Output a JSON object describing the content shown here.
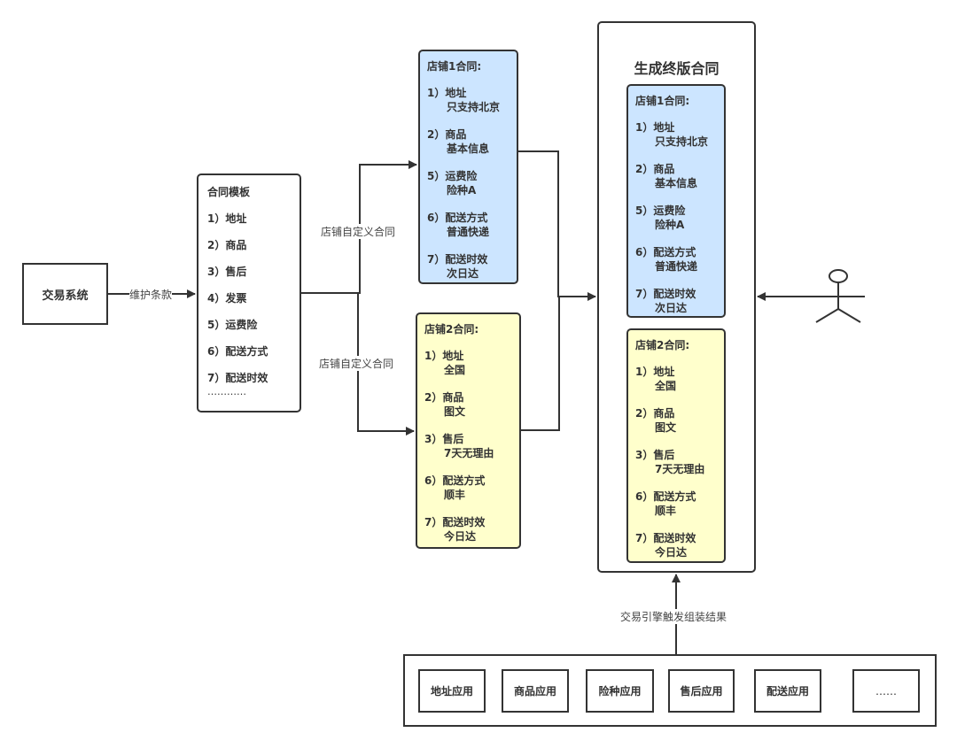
{
  "diagram": {
    "system": {
      "label": "交易系统"
    },
    "edge_maintain": {
      "label": "维护条款"
    },
    "template": {
      "title": "合同模板",
      "items": [
        "1）地址",
        "2）商品",
        "3）售后",
        "4）发票",
        "5）运费险",
        "6）配送方式",
        "7）配送时效"
      ],
      "ellipsis": "…………"
    },
    "edge_custom_1": {
      "label": "店铺自定义合同"
    },
    "edge_custom_2": {
      "label": "店铺自定义合同"
    },
    "store1": {
      "title": "店铺1合同:",
      "color": "#cce5ff",
      "items": [
        {
          "key": "1）地址",
          "value": "只支持北京"
        },
        {
          "key": "2）商品",
          "value": "基本信息"
        },
        {
          "key": "5）运费险",
          "value": "险种A"
        },
        {
          "key": "6）配送方式",
          "value": "普通快递"
        },
        {
          "key": "7）配送时效",
          "value": "次日达"
        }
      ]
    },
    "store2": {
      "title": "店铺2合同:",
      "color": "#ffffcc",
      "items": [
        {
          "key": "1）地址",
          "value": "全国"
        },
        {
          "key": "2）商品",
          "value": "图文"
        },
        {
          "key": "3）售后",
          "value": "7天无理由"
        },
        {
          "key": "6）配送方式",
          "value": "顺丰"
        },
        {
          "key": "7）配送时效",
          "value": "今日达"
        }
      ]
    },
    "final": {
      "title": "生成终版合同",
      "store1": {
        "title": "店铺1合同:",
        "items": [
          {
            "key": "1）地址",
            "value": "只支持北京"
          },
          {
            "key": "2）商品",
            "value": "基本信息"
          },
          {
            "key": "5）运费险",
            "value": "险种A"
          },
          {
            "key": "6）配送方式",
            "value": "普通快递"
          },
          {
            "key": "7）配送时效",
            "value": "次日达"
          }
        ]
      },
      "store2": {
        "title": "店铺2合同:",
        "items": [
          {
            "key": "1）地址",
            "value": "全国"
          },
          {
            "key": "2）商品",
            "value": "图文"
          },
          {
            "key": "3）售后",
            "value": "7天无理由"
          },
          {
            "key": "6）配送方式",
            "value": "顺丰"
          },
          {
            "key": "7）配送时效",
            "value": "今日达"
          }
        ]
      }
    },
    "edge_engine": {
      "label": "交易引擎触发组装结果"
    },
    "apps": [
      "地址应用",
      "商品应用",
      "险种应用",
      "售后应用",
      "配送应用",
      "……"
    ],
    "actor": {
      "icon": "user-actor-icon"
    },
    "line_color": "#333333"
  }
}
